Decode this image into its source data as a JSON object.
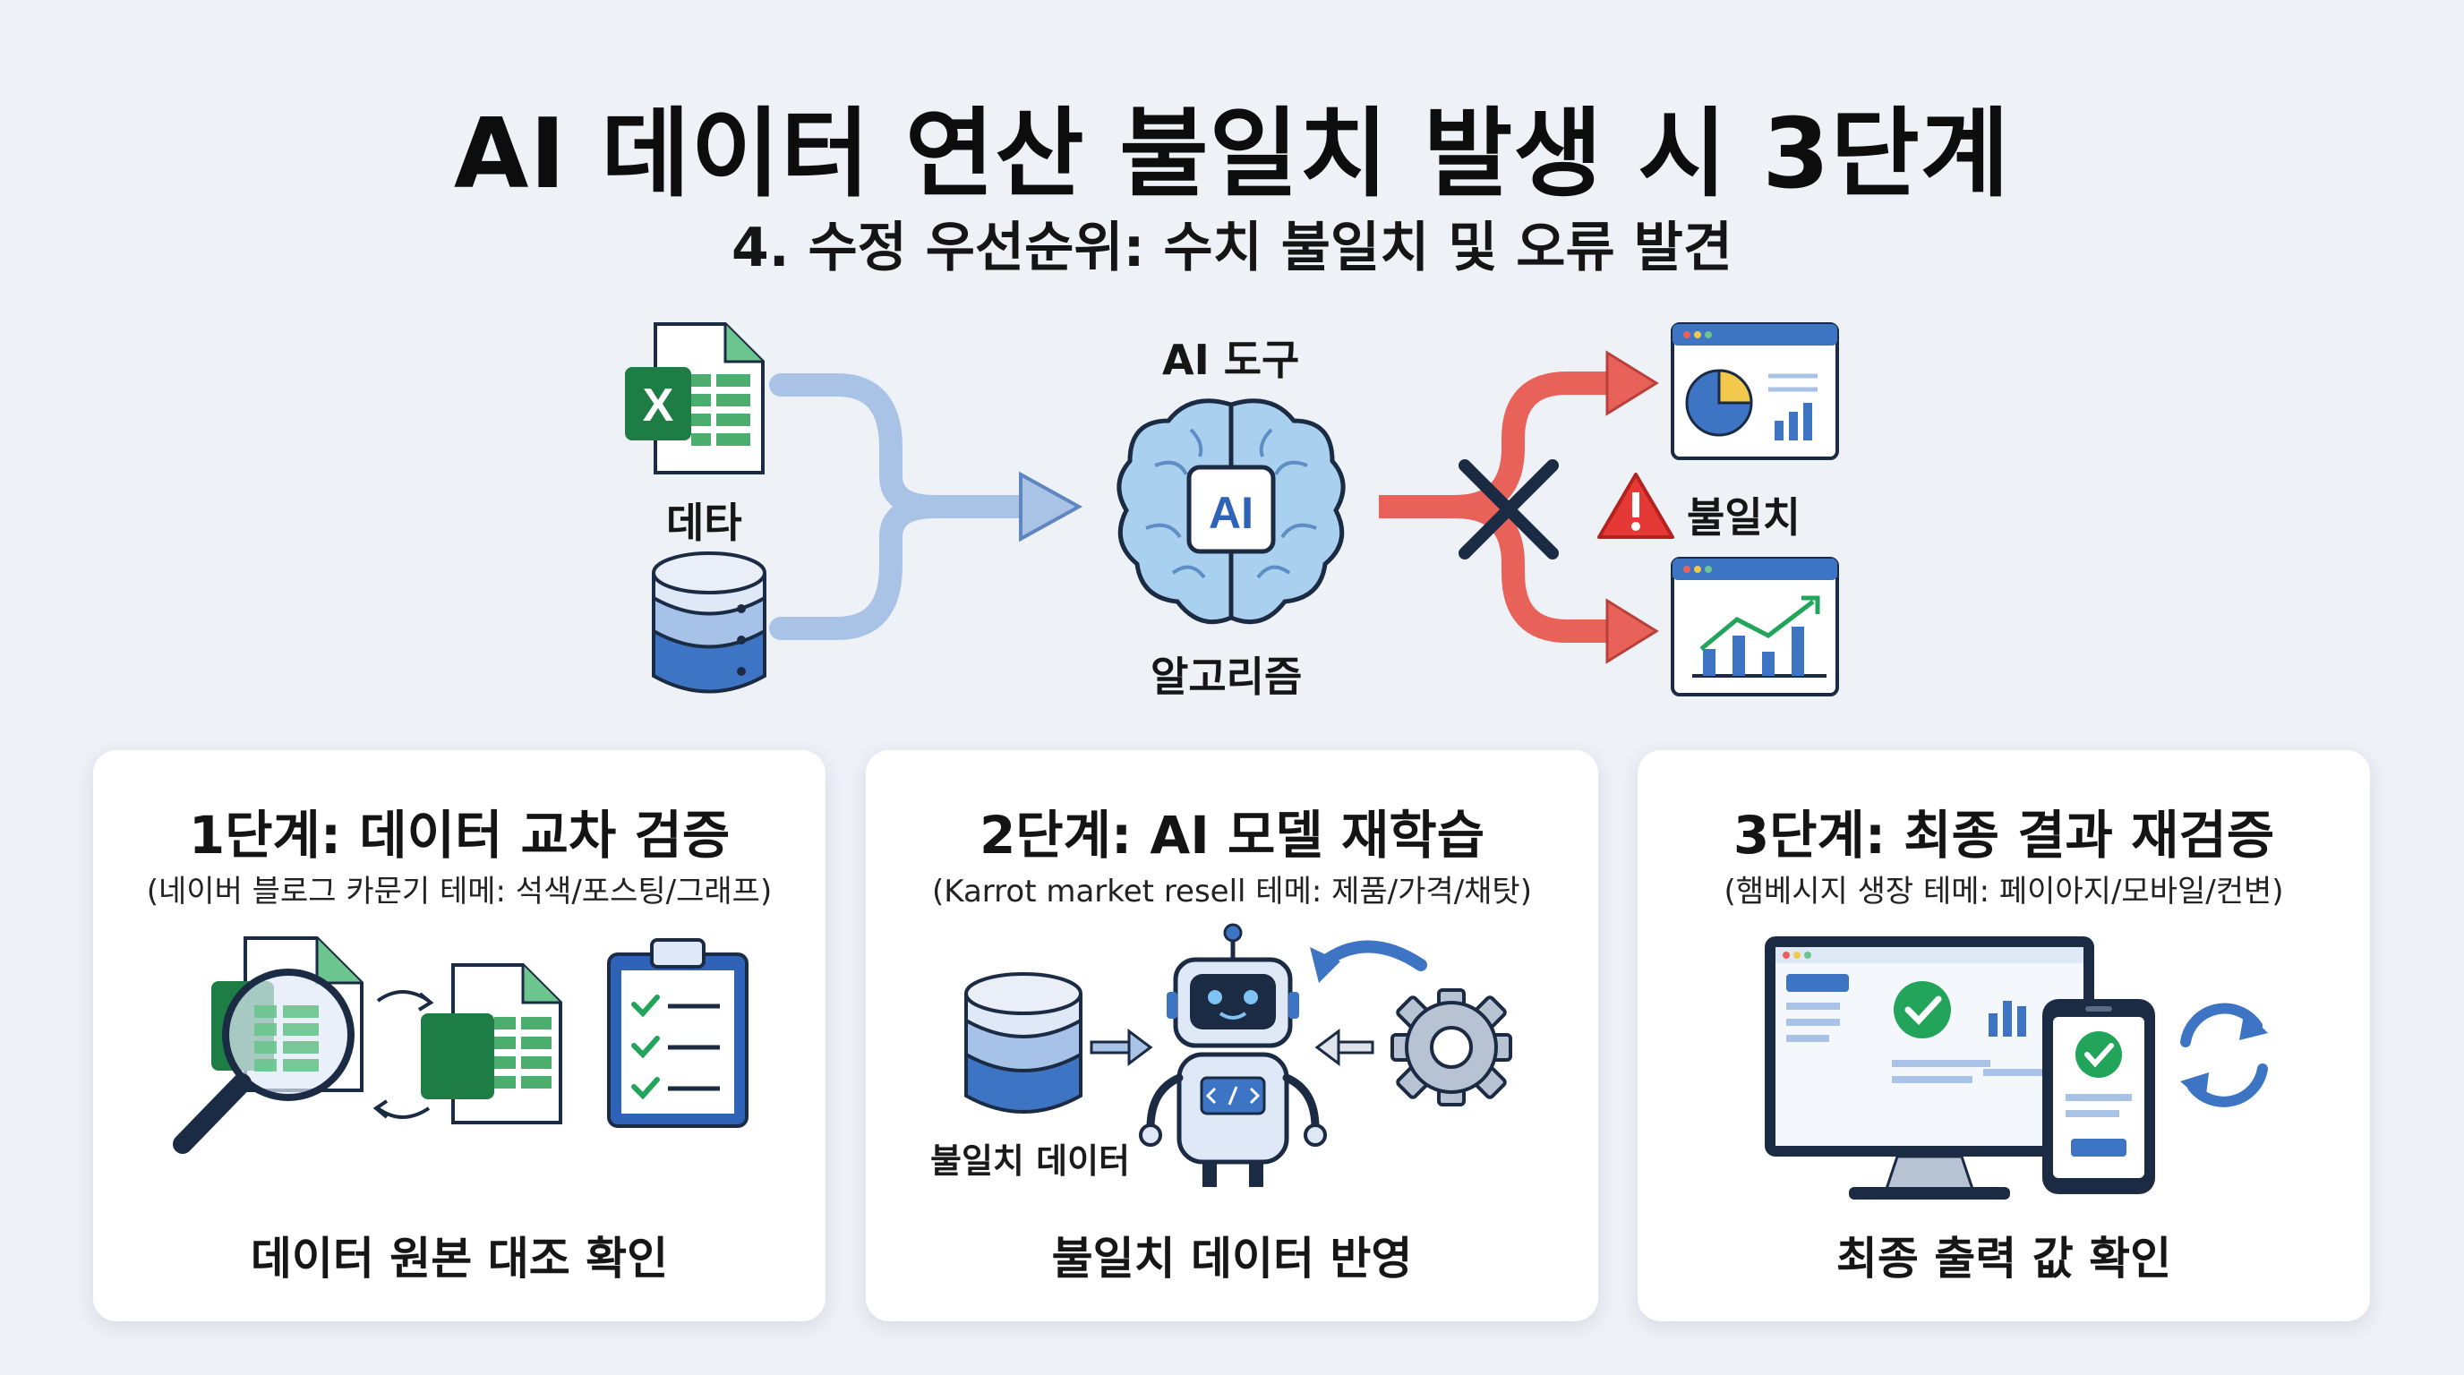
{
  "header": {
    "title": "AI 데이터 연산 불일치 발생 시 3단계",
    "subtitle": "4. 수정 우선순위: 수치 불일치 및 오류 발견"
  },
  "flow": {
    "input_label": "데타",
    "tool_label": "AI 도구",
    "algorithm_label": "알고리즘",
    "ai_chip_text": "AI",
    "excel_letter": "X",
    "mismatch_label": "불일치"
  },
  "colors": {
    "blue_arrow": "#a9c3e6",
    "red_arrow": "#e8625a",
    "cross": "#1c2b44",
    "warning": "#e53935",
    "excel_green": "#1e7d45",
    "check_green": "#22a55b",
    "brand_blue": "#2f63b8"
  },
  "steps": [
    {
      "title": "1단계: 데이터 교차 검증",
      "subtitle": "(네이버 블로그 카문기 테메: 석색/포스팅/그래프)",
      "footer": "데이터 원본 대조 확인"
    },
    {
      "title": "2단계: AI 모델 재학습",
      "subtitle": "(Karrot market resell 테메: 제품/가격/채탓)",
      "footer": "불일치 데이터 반영",
      "db_label": "불일치 데이터"
    },
    {
      "title": "3단계: 최종 결과 재검증",
      "subtitle": "(햄베시지 생장 테메: 페이아지/모바일/컨변)",
      "footer": "최종 출력 값 확인"
    }
  ]
}
